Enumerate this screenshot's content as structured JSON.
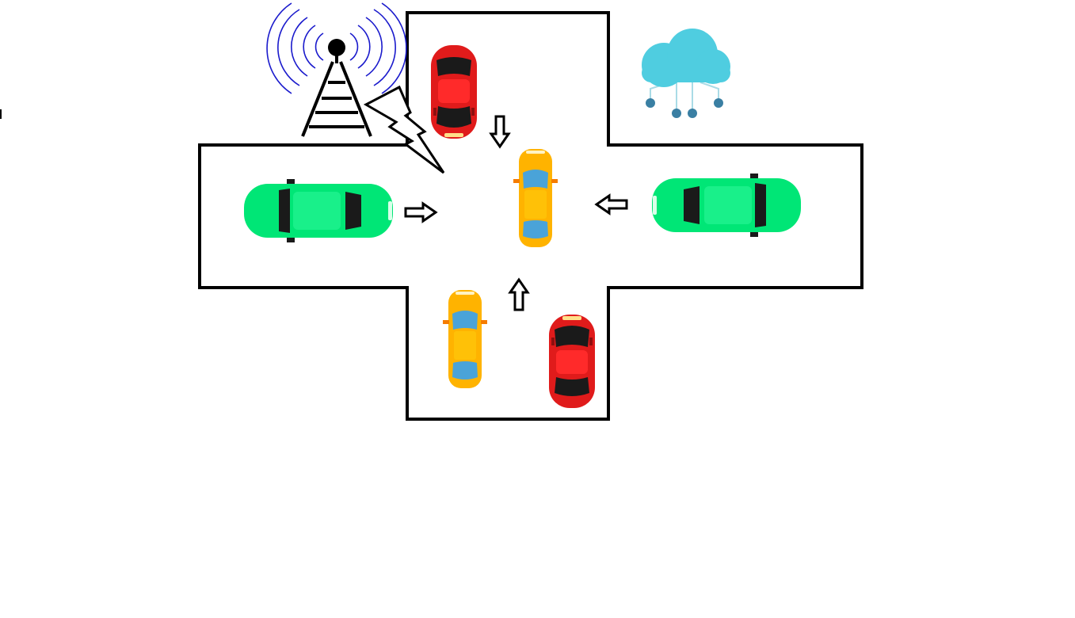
{
  "diagram": {
    "background": "#ffffff",
    "road_outline_color": "#000000",
    "colors": {
      "red_car": "#e01b1b",
      "green_car": "#00e676",
      "yellow_car": "#ffb300",
      "yellow_car_glass": "#4aa3d8",
      "car_glass_dark": "#1a1a1a",
      "tower_waves": "#1a1acc",
      "cloud": "#4fcde0",
      "cloud_nodes": "#3a7fa3",
      "cloud_lines": "#a9dbe6",
      "arrow_stroke": "#000000"
    },
    "icons": {
      "tower": "cell-tower-icon",
      "signal": "lightning-bolt-icon",
      "cloud": "cloud-network-icon",
      "arrow": "hollow-arrow-icon"
    },
    "vehicles": [
      {
        "name": "red-car-north",
        "color": "red",
        "heading": "south"
      },
      {
        "name": "yellow-car-center",
        "color": "yellow",
        "heading": "north"
      },
      {
        "name": "green-car-west",
        "color": "green",
        "heading": "east"
      },
      {
        "name": "green-car-east",
        "color": "green",
        "heading": "west"
      },
      {
        "name": "yellow-car-south",
        "color": "yellow",
        "heading": "north"
      },
      {
        "name": "red-car-south",
        "color": "red",
        "heading": "north"
      }
    ],
    "arrows": [
      {
        "name": "arrow-down",
        "direction": "down"
      },
      {
        "name": "arrow-right",
        "direction": "right"
      },
      {
        "name": "arrow-left",
        "direction": "left"
      },
      {
        "name": "arrow-up",
        "direction": "up"
      }
    ]
  }
}
